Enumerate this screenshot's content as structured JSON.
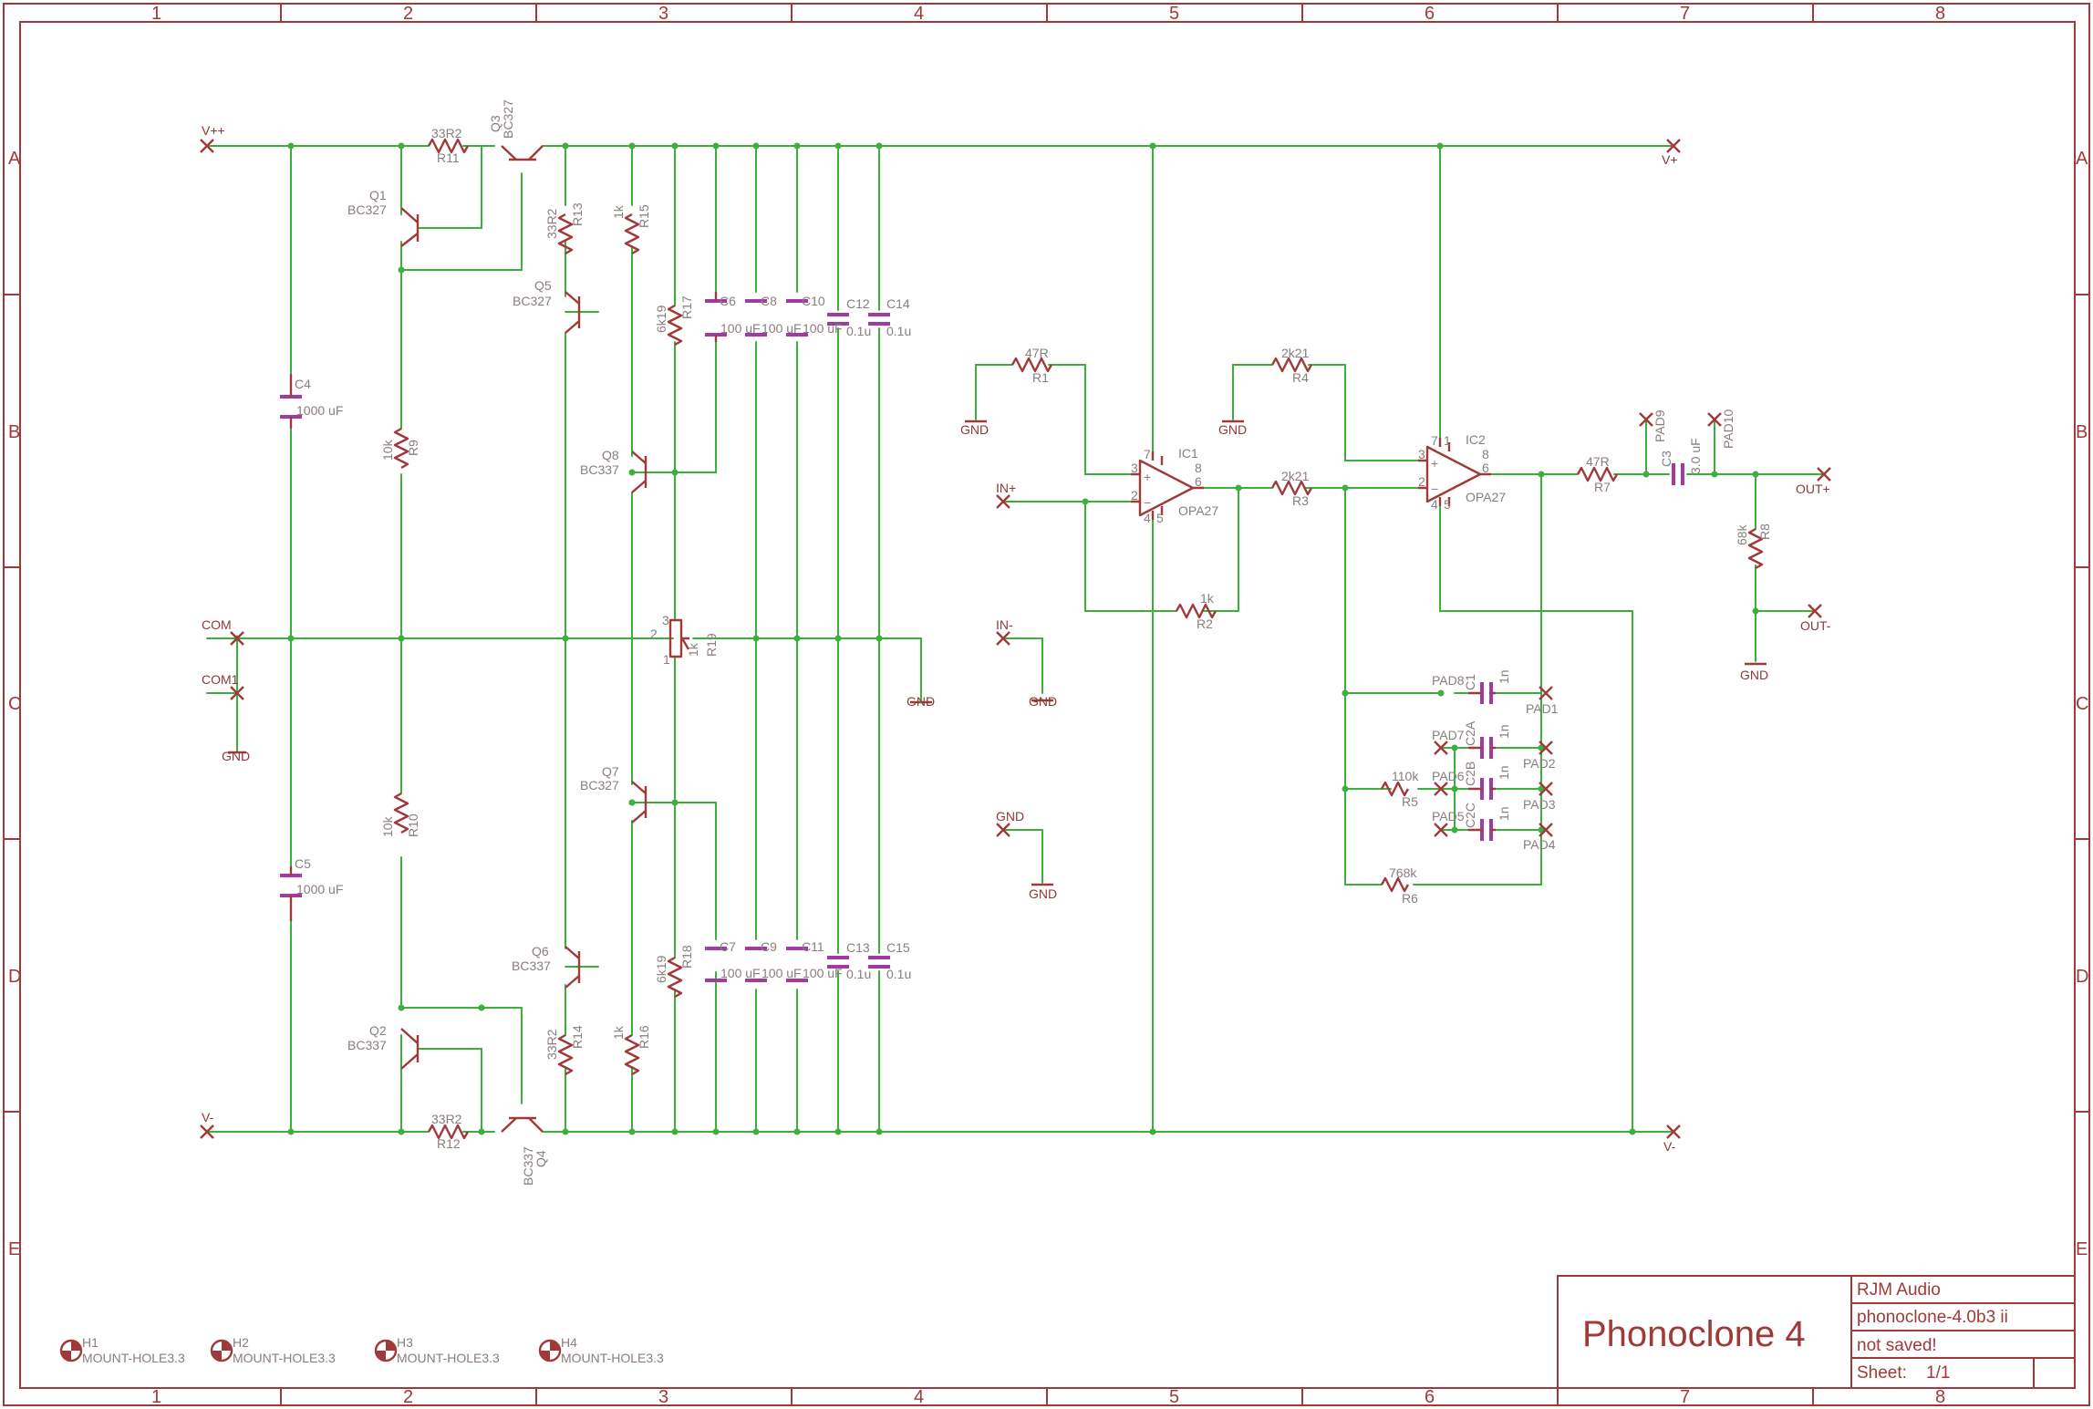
{
  "colors": {
    "frame": "#a03a3a",
    "wire": "#3bb13b",
    "capacitor": "#a33aa3",
    "label": "#8a7d7d"
  },
  "grid": {
    "columns": [
      "1",
      "2",
      "3",
      "4",
      "5",
      "6",
      "7",
      "8"
    ],
    "rows": [
      "A",
      "B",
      "C",
      "D",
      "E"
    ]
  },
  "nets": {
    "vpp": "V++",
    "vm": "V-",
    "vp": "V+",
    "vminus": "V-",
    "com": "COM",
    "com1": "COM1",
    "gnd": "GND",
    "in_plus": "IN+",
    "in_minus": "IN-",
    "out_plus": "OUT+",
    "out_minus": "OUT-"
  },
  "parts": {
    "r11": {
      "name": "R11",
      "value": "33R2"
    },
    "r12": {
      "name": "R12",
      "value": "33R2"
    },
    "r13": {
      "name": "R13",
      "value": "33R2"
    },
    "r14": {
      "name": "R14",
      "value": "33R2"
    },
    "r15": {
      "name": "R15",
      "value": "1k"
    },
    "r16": {
      "name": "R16",
      "value": "1k"
    },
    "r17": {
      "name": "R17",
      "value": "6k19"
    },
    "r18": {
      "name": "R18",
      "value": "6k19"
    },
    "r19": {
      "name": "R19",
      "value": "1k"
    },
    "r9": {
      "name": "R9",
      "value": "10k"
    },
    "r10": {
      "name": "R10",
      "value": "10k"
    },
    "r1": {
      "name": "R1",
      "value": "47R"
    },
    "r2": {
      "name": "R2",
      "value": "1k"
    },
    "r3": {
      "name": "R3",
      "value": "2k21"
    },
    "r4": {
      "name": "R4",
      "value": "2k21"
    },
    "r5": {
      "name": "R5",
      "value": "110k"
    },
    "r6": {
      "name": "R6",
      "value": "768k"
    },
    "r7": {
      "name": "R7",
      "value": "47R"
    },
    "r8": {
      "name": "R8",
      "value": "68k"
    },
    "q1": {
      "name": "Q1",
      "value": "BC327"
    },
    "q2": {
      "name": "Q2",
      "value": "BC337"
    },
    "q3": {
      "name": "Q3",
      "value": "BC327"
    },
    "q4": {
      "name": "Q4",
      "value": "BC337"
    },
    "q5": {
      "name": "Q5",
      "value": "BC327"
    },
    "q6": {
      "name": "Q6",
      "value": "BC337"
    },
    "q7": {
      "name": "Q7",
      "value": "BC327"
    },
    "q8": {
      "name": "Q8",
      "value": "BC337"
    },
    "c4": {
      "name": "C4",
      "value": "1000 uF"
    },
    "c5": {
      "name": "C5",
      "value": "1000 uF"
    },
    "c6": {
      "name": "C6",
      "value": "100 uF"
    },
    "c7": {
      "name": "C7",
      "value": "100 uF"
    },
    "c8": {
      "name": "C8",
      "value": "100 uF"
    },
    "c9": {
      "name": "C9",
      "value": "100 uF"
    },
    "c10": {
      "name": "C10",
      "value": "100 uF"
    },
    "c11": {
      "name": "C11",
      "value": "100 uF"
    },
    "c12": {
      "name": "C12",
      "value": "0.1u"
    },
    "c13": {
      "name": "C13",
      "value": "0.1u"
    },
    "c14": {
      "name": "C14",
      "value": "0.1u"
    },
    "c15": {
      "name": "C15",
      "value": "0.1u"
    },
    "c1": {
      "name": "C1",
      "value": "1n"
    },
    "c2a": {
      "name": "C2A",
      "value": "1n"
    },
    "c2b": {
      "name": "C2B",
      "value": "1n"
    },
    "c2c": {
      "name": "C2C",
      "value": "1n"
    },
    "c3": {
      "name": "C3",
      "value": "3.0 uF"
    },
    "ic1": {
      "name": "IC1",
      "value": "OPA27"
    },
    "ic2": {
      "name": "IC2",
      "value": "OPA27"
    },
    "pads": [
      "PAD1",
      "PAD2",
      "PAD3",
      "PAD4",
      "PAD5",
      "PAD6",
      "PAD7",
      "PAD8",
      "PAD9",
      "PAD10"
    ],
    "mount": [
      {
        "name": "H1",
        "value": "MOUNT-HOLE3.3"
      },
      {
        "name": "H2",
        "value": "MOUNT-HOLE3.3"
      },
      {
        "name": "H3",
        "value": "MOUNT-HOLE3.3"
      },
      {
        "name": "H4",
        "value": "MOUNT-HOLE3.3"
      }
    ],
    "pot_pins": {
      "p1": "1",
      "p2": "2",
      "p3": "3"
    },
    "op_pins": {
      "p2": "2",
      "p3": "3",
      "p4": "4",
      "p5": "5",
      "p6": "6",
      "p7": "7",
      "p8": "8",
      "p1": "1",
      "plus": "+",
      "minus": "−"
    }
  },
  "title_block": {
    "title": "Phonoclone 4",
    "company": "RJM Audio",
    "file": "phonoclone-4.0b3 ii",
    "status": "not saved!",
    "sheet_label": "Sheet:",
    "sheet_value": "1/1"
  }
}
